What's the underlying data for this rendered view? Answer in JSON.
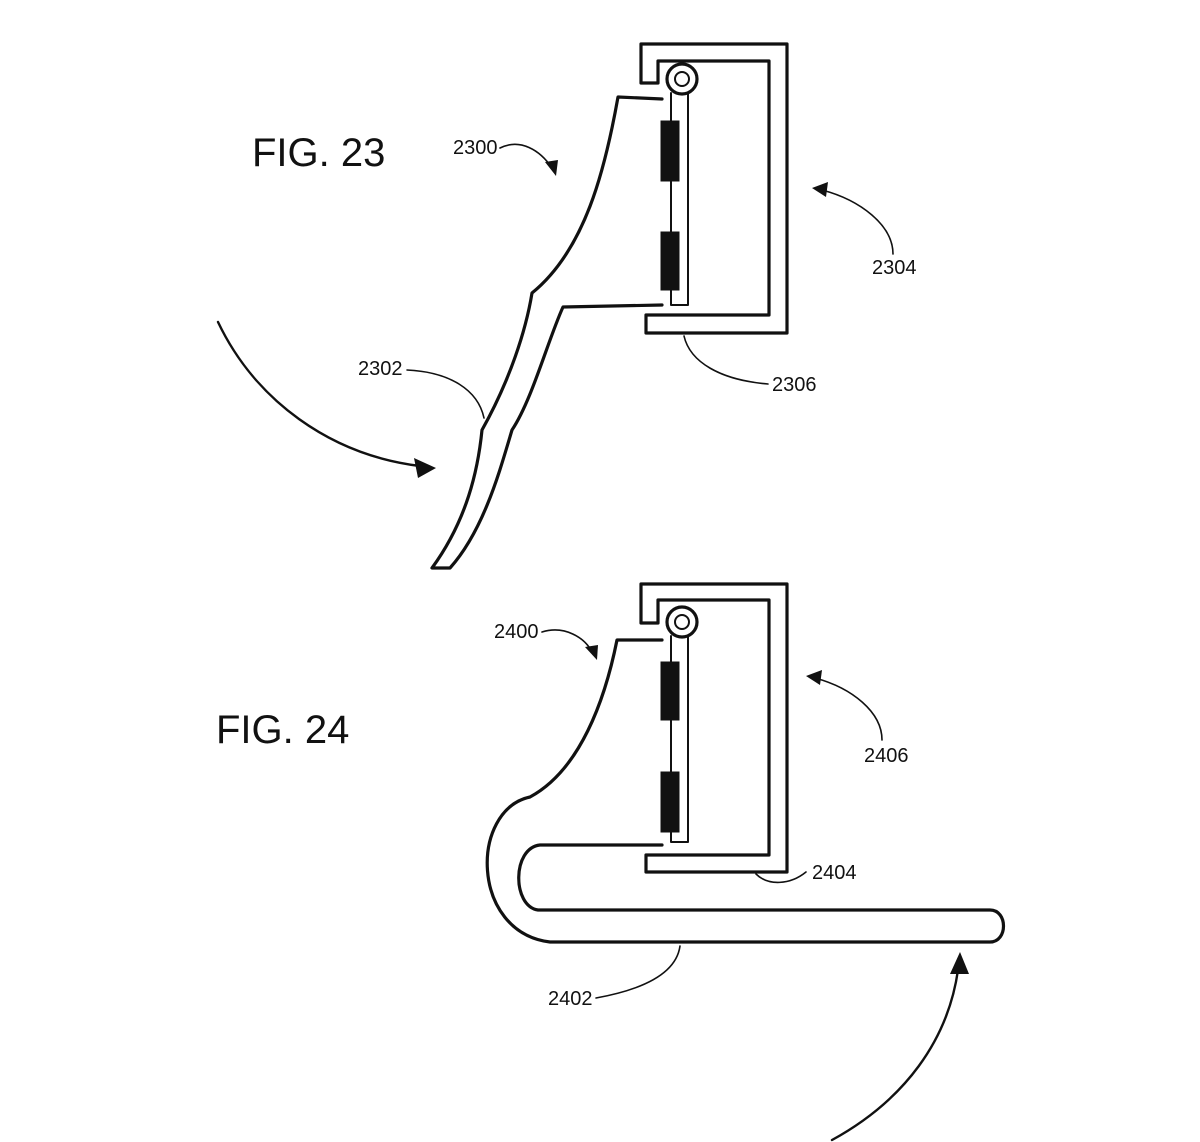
{
  "figures": [
    {
      "title": "FIG. 23",
      "labels": {
        "device": "2300",
        "curved_arm": "2302",
        "rail": "2304",
        "rail_base": "2306"
      }
    },
    {
      "title": "FIG. 24",
      "labels": {
        "device": "2400",
        "hook": "2402",
        "rail_base": "2404",
        "rail": "2406"
      }
    }
  ],
  "colors": {
    "ink": "#111111",
    "paper": "#ffffff"
  }
}
